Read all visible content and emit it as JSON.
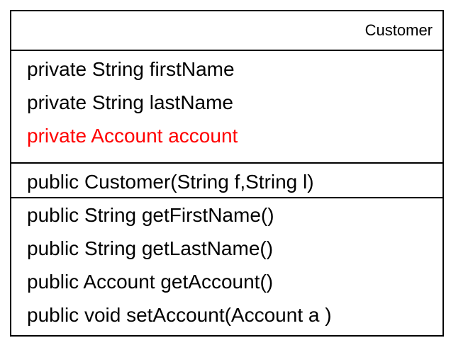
{
  "class_box": {
    "name": "Customer",
    "attributes": [
      {
        "text": "private String firstName",
        "color": "#000000"
      },
      {
        "text": "private String lastName",
        "color": "#000000"
      },
      {
        "text": "private Account account",
        "color": "#ff0000"
      }
    ],
    "constructors": [
      {
        "text": "public Customer(String f,String l)"
      }
    ],
    "methods": [
      {
        "text": "public String getFirstName()"
      },
      {
        "text": "public String getLastName()"
      },
      {
        "text": "public Account getAccount()"
      },
      {
        "text": "public void setAccount(Account a )"
      }
    ]
  }
}
